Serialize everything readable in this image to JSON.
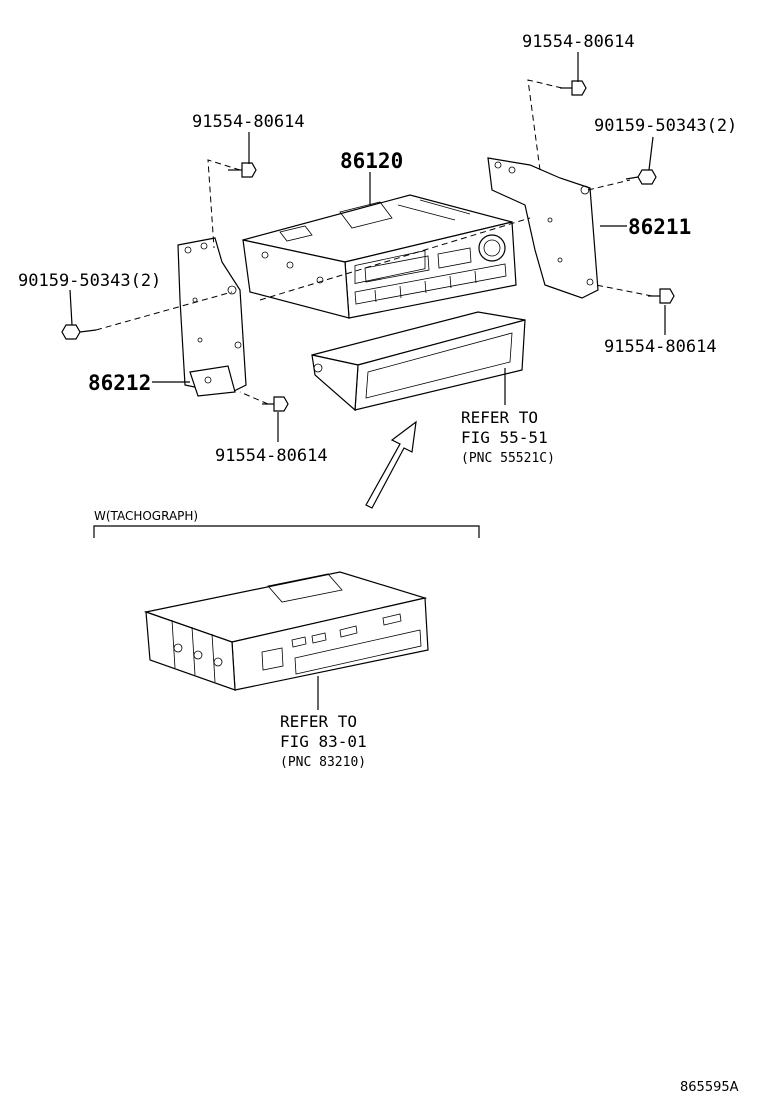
{
  "labels": {
    "bolt_bracket_left_top": "91554-80614",
    "bolt_bracket_left_bottom": "91554-80614",
    "bolt_bracket_right_top": "91554-80614",
    "bolt_bracket_right_bottom": "91554-80614",
    "screw_left": "90159-50343(2)",
    "screw_right": "90159-50343(2)",
    "radio_receiver": "86120",
    "bracket_left": "86212",
    "bracket_right": "86211"
  },
  "refs": {
    "box": {
      "line1": "REFER TO",
      "line2": "FIG 55-51",
      "line3": "(PNC 55521C)"
    },
    "tachograph": {
      "line1": "REFER TO",
      "line2": "FIG 83-01",
      "line3": "(PNC 83210)"
    }
  },
  "condition": "W(TACHOGRAPH)",
  "diagram_code": "865595A"
}
